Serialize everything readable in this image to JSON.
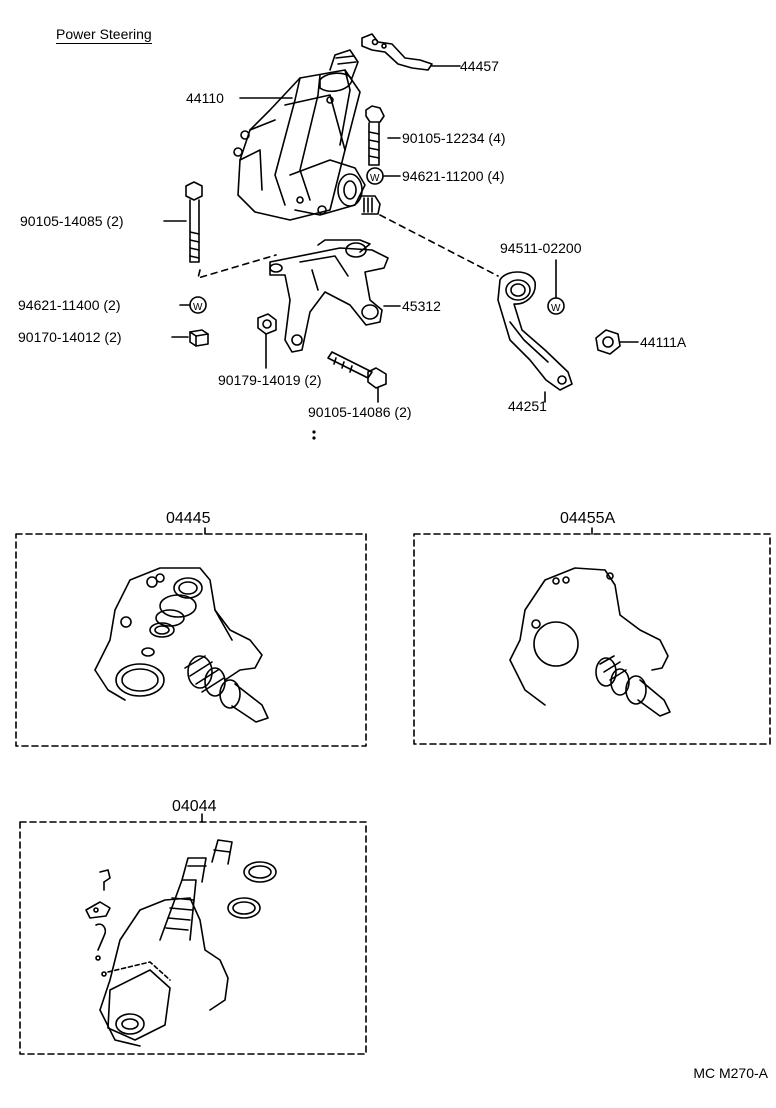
{
  "title": "Power Steering",
  "diagram_code": "MC M270-A",
  "parts": {
    "p44457": "44457",
    "p44110": "44110",
    "p90105_12234": "90105-12234 (4)",
    "p94621_11200": "94621-11200 (4)",
    "p90105_14085": "90105-14085 (2)",
    "p94621_11400": "94621-11400 (2)",
    "p90170_14012": "90170-14012 (2)",
    "p45312": "45312",
    "p90179_14019": "90179-14019 (2)",
    "p90105_14086": "90105-14086 (2)",
    "p94511_02200": "94511-02200",
    "p44111A": "44111A",
    "p44251": "44251"
  },
  "kits": {
    "k04445": "04445",
    "k04455A": "04455A",
    "k04044": "04044"
  },
  "washer_mark": "W",
  "colors": {
    "ink": "#000000",
    "paper": "#ffffff"
  }
}
